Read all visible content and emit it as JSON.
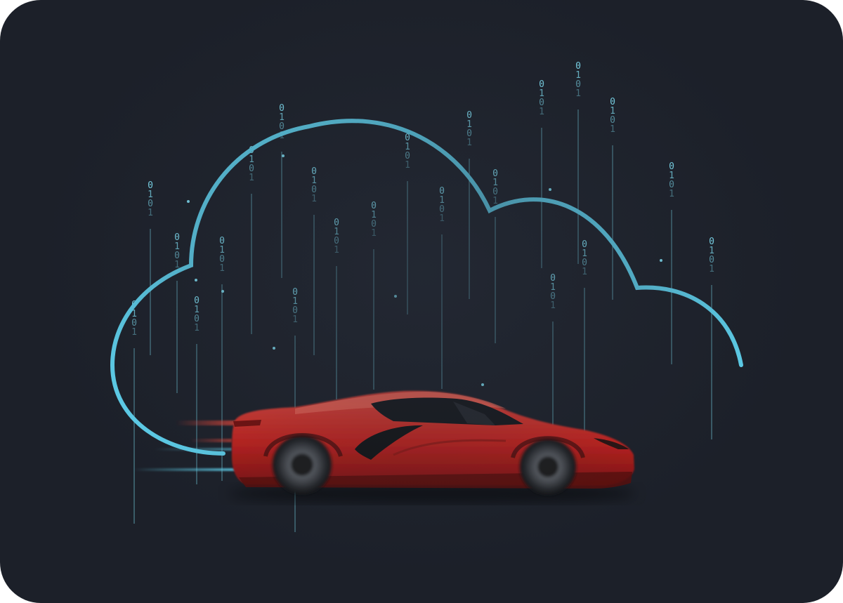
{
  "illustration": {
    "subject": "car-cloud-illustration",
    "binary_columns": [
      {
        "text": "0101"
      },
      {
        "text": "0101"
      },
      {
        "text": "0101"
      },
      {
        "text": "0101"
      },
      {
        "text": "0101"
      },
      {
        "text": "0101"
      },
      {
        "text": "0101"
      },
      {
        "text": "0101"
      },
      {
        "text": "0101"
      },
      {
        "text": "0101"
      },
      {
        "text": "0101"
      },
      {
        "text": "0101"
      },
      {
        "text": "0101"
      },
      {
        "text": "0101"
      },
      {
        "text": "0101"
      },
      {
        "text": "0101"
      },
      {
        "text": "0101"
      },
      {
        "text": "0101"
      },
      {
        "text": "0101"
      },
      {
        "text": "0101"
      },
      {
        "text": "0101"
      },
      {
        "text": "0101"
      }
    ],
    "colors": {
      "background": "#1c2029",
      "cloud_outline": "#5fd3ef",
      "binary_text": "#7fe0f4",
      "car_body": "#d42a25"
    }
  }
}
